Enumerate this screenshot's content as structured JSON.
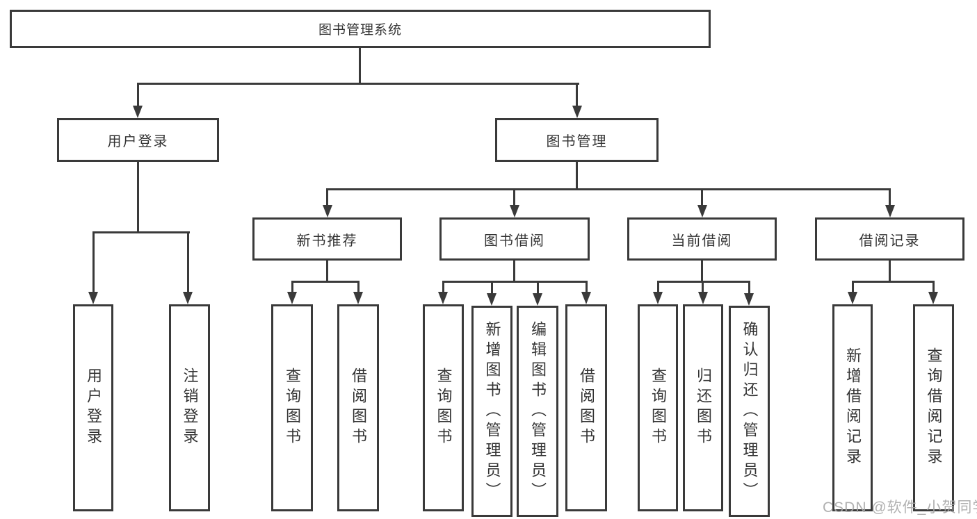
{
  "colors": {
    "line": "#3a3a3a",
    "text": "#333333",
    "watermark": "#a8a8a8",
    "bg": "#ffffff"
  },
  "watermark": "CSDN @软件_小贺同学",
  "tree": {
    "root": "图书管理系统",
    "branches": [
      {
        "label": "用户登录",
        "children": [
          {
            "label": "用户登录"
          },
          {
            "label": "注销登录"
          }
        ]
      },
      {
        "label": "图书管理",
        "children": [
          {
            "label": "新书推荐",
            "children": [
              {
                "label": "查询图书"
              },
              {
                "label": "借阅图书"
              }
            ]
          },
          {
            "label": "图书借阅",
            "children": [
              {
                "label": "查询图书"
              },
              {
                "label": "新增图书（管理员）"
              },
              {
                "label": "编辑图书（管理员）"
              },
              {
                "label": "借阅图书"
              }
            ]
          },
          {
            "label": "当前借阅",
            "children": [
              {
                "label": "查询图书"
              },
              {
                "label": "归还图书"
              },
              {
                "label": "确认归还（管理员）"
              }
            ]
          },
          {
            "label": "借阅记录",
            "children": [
              {
                "label": "新增借阅记录"
              },
              {
                "label": "查询借阅记录"
              }
            ]
          }
        ]
      }
    ]
  }
}
